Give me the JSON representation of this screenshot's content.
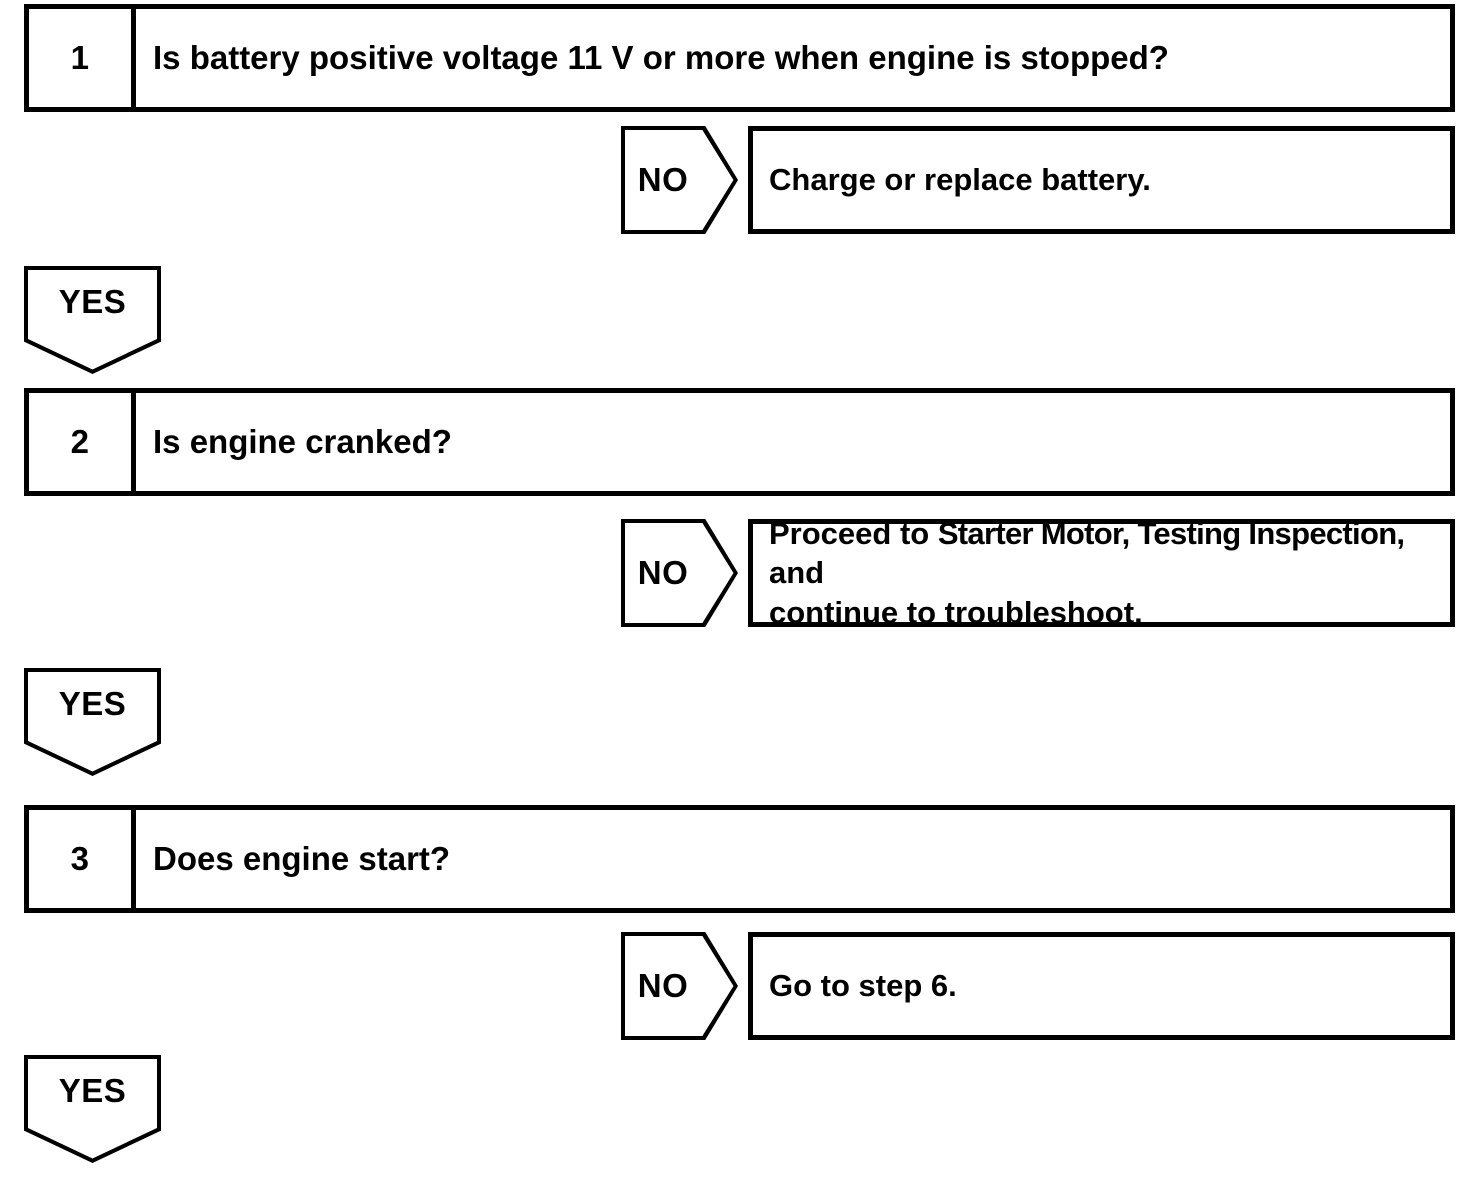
{
  "diagram": {
    "type": "troubleshooting-flowchart",
    "title": "",
    "yes_label": "YES",
    "no_label": "NO",
    "steps": [
      {
        "number": "1",
        "question": "Is battery positive voltage 11 V or more when engine is stopped?",
        "no": {
          "label": "NO",
          "lines": [
            {
              "segments": [
                {
                  "text": "Charge or replace battery.",
                  "style": "normal"
                }
              ]
            }
          ]
        },
        "yes": {
          "label": "YES"
        }
      },
      {
        "number": "2",
        "question": "Is engine cranked?",
        "no": {
          "label": "NO",
          "lines": [
            {
              "segments": [
                {
                  "text": "Proceed to ",
                  "style": "normal"
                },
                {
                  "text": "Starter Motor, Testing Inspection,",
                  "style": "condensed"
                },
                {
                  "text": " and",
                  "style": "normal"
                }
              ]
            },
            {
              "segments": [
                {
                  "text": "continue to troubleshoot.",
                  "style": "normal"
                }
              ]
            }
          ]
        },
        "yes": {
          "label": "YES"
        }
      },
      {
        "number": "3",
        "question": "Does engine start?",
        "no": {
          "label": "NO",
          "lines": [
            {
              "segments": [
                {
                  "text": "Go to step 6.",
                  "style": "normal"
                }
              ]
            }
          ]
        },
        "yes": {
          "label": "YES"
        }
      }
    ],
    "colors": {
      "line": "#000000",
      "background": "#ffffff",
      "text": "#000000"
    }
  }
}
